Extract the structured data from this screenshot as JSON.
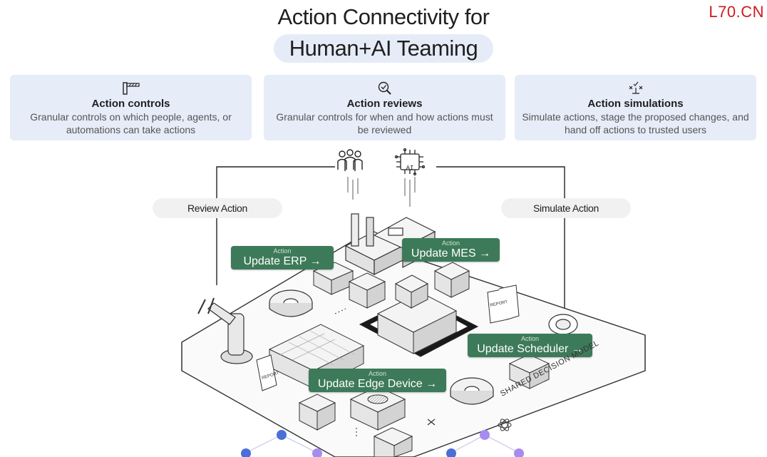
{
  "header": {
    "title_line1": "Action Connectivity for",
    "title_line2": "Human+AI Teaming"
  },
  "watermark": "L70.CN",
  "cards": [
    {
      "icon": "gate-barrier-icon",
      "title": "Action controls",
      "desc": "Granular controls on which people, agents, or automations can take actions"
    },
    {
      "icon": "magnifier-check-icon",
      "title": "Action reviews",
      "desc": "Granular controls for when and how actions must be reviewed"
    },
    {
      "icon": "simulation-icon",
      "title": "Action simulations",
      "desc": "Simulate actions, stage the proposed changes, and hand off actions to trusted users"
    }
  ],
  "pills": {
    "review": "Review Action",
    "simulate": "Simulate Action"
  },
  "actors": {
    "ai_chip_label": "AI"
  },
  "actions": {
    "small_label": "Action",
    "erp": "Update ERP →",
    "mes": "Update MES →",
    "scheduler": "Update Scheduler →",
    "edge": "Update Edge Device →"
  },
  "report_label": "REPORT",
  "model_label": "SHARED DECISION MODEL",
  "colors": {
    "action_green": "#3d7a59",
    "card_bg": "#e6ecf8",
    "pill_bg": "#f1f1f1",
    "watermark_red": "#d0191f",
    "node_blue": "#4a6fd8",
    "node_purple": "#a78cf0"
  }
}
